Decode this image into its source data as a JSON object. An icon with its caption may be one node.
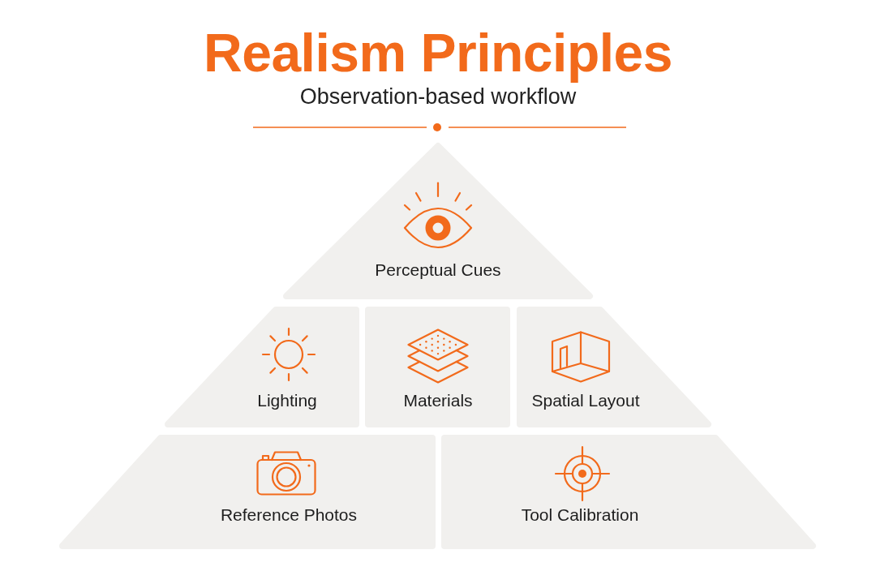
{
  "diagram": {
    "title": "Realism Principles",
    "nodes": [
      {
        "text": [
          "Perceptual Cues"
        ]
      },
      {
        "text": [
          "Lighting"
        ]
      },
      {
        "text": [
          "Materials"
        ]
      },
      {
        "text": [
          "Spatial Layout"
        ]
      },
      {
        "text": [
          "Reference Photos"
        ]
      },
      {
        "text": [
          "Tool Calibration"
        ]
      }
    ],
    "labels": [
      "Observation-based workflow"
    ]
  }
}
